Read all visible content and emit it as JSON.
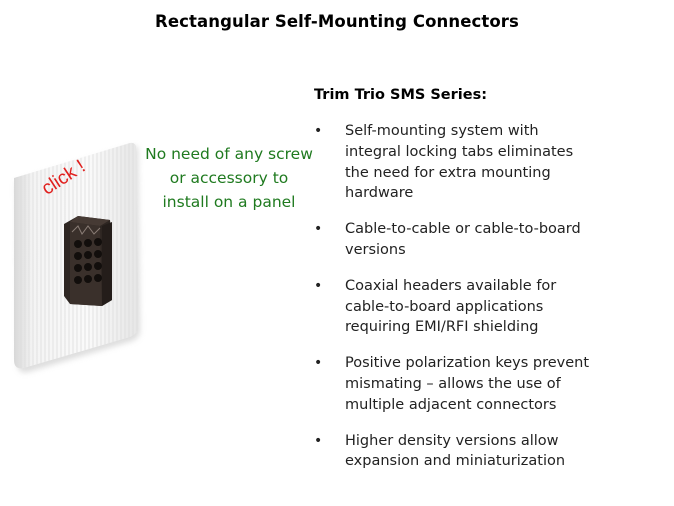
{
  "slide": {
    "title": "Rectangular Self-Mounting Connectors",
    "image": {
      "description": "white brushed panel with black 12-cavity rectangular connector mounted in cutout",
      "overlay_label": "click !",
      "overlay_color": "#e0201e"
    },
    "note": {
      "lines": [
        "No need of any screw",
        "or accessory to",
        "install on a panel"
      ],
      "color": "#1f7a1f"
    },
    "content": {
      "subtitle": "Trim Trio SMS Series:",
      "bullet_glyph": "•",
      "bullets": [
        {
          "text": "Self-mounting system with integral locking tabs eliminates the need for extra mounting hardware",
          "lines": [
            "Self-mounting system with",
            "integral locking tabs eliminates",
            "the need for extra mounting",
            "hardware"
          ]
        },
        {
          "text": "Cable-to-cable or cable-to-board versions",
          "lines": [
            "Cable-to-cable or cable-to-board",
            "versions"
          ]
        },
        {
          "text": "Coaxial headers available for cable-to-board applications requiring EMI/RFI shielding",
          "lines": [
            "Coaxial headers available for",
            "cable-to-board applications",
            "requiring EMI/RFI shielding"
          ]
        },
        {
          "text": "Positive polarization keys prevent mismating – allows the use of multiple adjacent connectors",
          "lines": [
            "Positive polarization keys prevent",
            "mismating – allows the use of",
            "multiple adjacent connectors"
          ]
        },
        {
          "text": "Higher density versions allow expansion and miniaturization",
          "lines": [
            "Higher density versions allow",
            "expansion and miniaturization"
          ]
        }
      ]
    }
  }
}
